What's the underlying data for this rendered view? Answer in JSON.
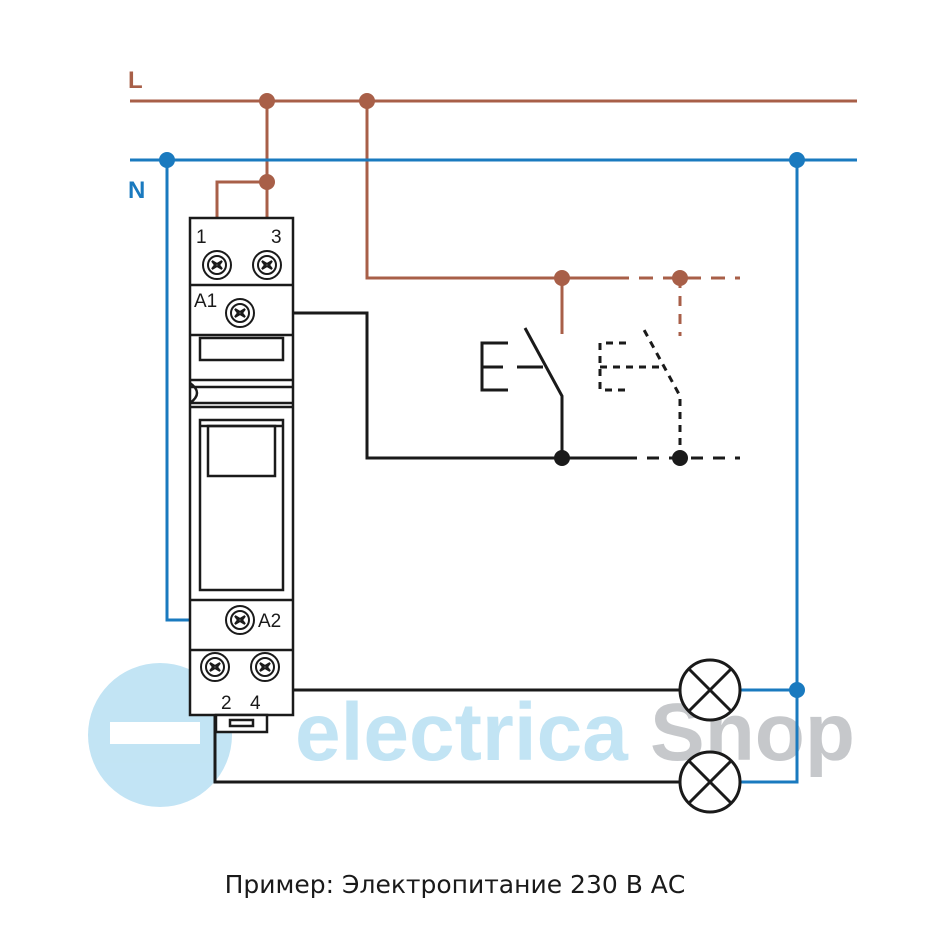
{
  "colors": {
    "live": "#a85f48",
    "neutral": "#1a7abf",
    "wire": "#1a1a1a",
    "watermark_blue": "#bfe3f4",
    "watermark_gray": "#c4c6c9"
  },
  "lines": {
    "live_label": "L",
    "neutral_label": "N"
  },
  "device": {
    "terminal_1": "1",
    "terminal_3": "3",
    "terminal_a1": "A1",
    "terminal_a2": "A2",
    "terminal_2": "2",
    "terminal_4": "4"
  },
  "watermark": {
    "part1": "electrica",
    "part2": "Shop"
  },
  "caption": "Пример: Электропитание 230 В АС"
}
